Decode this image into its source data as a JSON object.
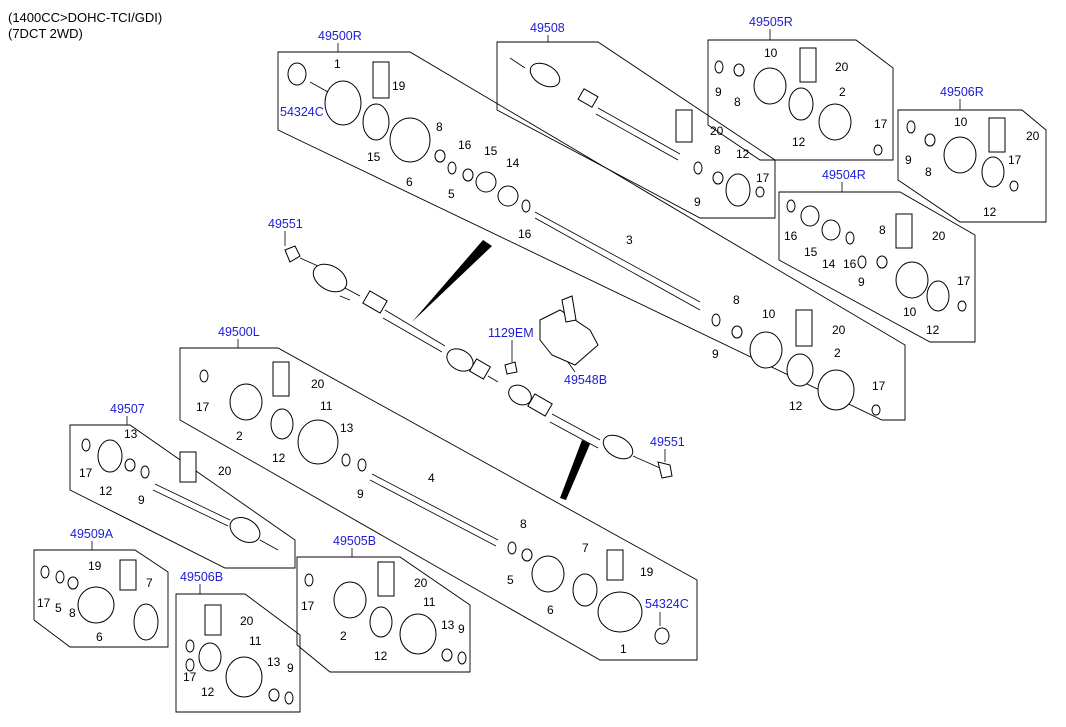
{
  "header": {
    "line1": "(1400CC>DOHC-TCI/GDI)",
    "line2": "(7DCT 2WD)"
  },
  "assemblies": [
    {
      "ref": "49500R"
    },
    {
      "ref": "49508"
    },
    {
      "ref": "49505R"
    },
    {
      "ref": "49506R"
    },
    {
      "ref": "49504R"
    },
    {
      "ref": "49500L"
    },
    {
      "ref": "49507"
    },
    {
      "ref": "49509A"
    },
    {
      "ref": "49506B"
    },
    {
      "ref": "49505B"
    }
  ],
  "part_refs": [
    "49551",
    "1129EM",
    "49548B",
    "54324C"
  ],
  "callouts": [
    "1",
    "2",
    "3",
    "4",
    "5",
    "6",
    "7",
    "8",
    "9",
    "10",
    "11",
    "12",
    "13",
    "14",
    "15",
    "16",
    "17",
    "19",
    "20"
  ],
  "colors": {
    "reference_link": "#1d1dd6",
    "line": "#000000",
    "background": "#ffffff"
  }
}
